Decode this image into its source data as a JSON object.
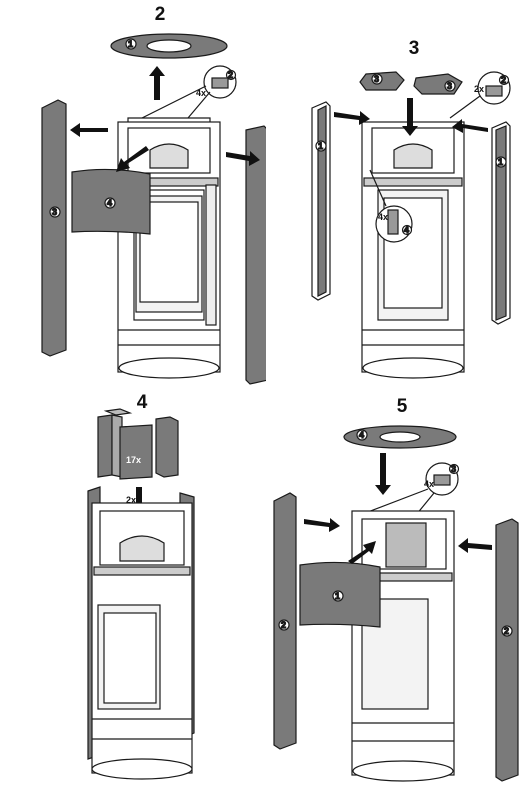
{
  "steps": [
    {
      "number": "2",
      "callouts": {
        "ring": "1",
        "hw_count": "4x",
        "hw_part": "2",
        "left_panel": "3",
        "door": "4"
      }
    },
    {
      "number": "3",
      "callouts": {
        "top_left": "3",
        "top_right": "3",
        "hw_count": "2x",
        "hw_part": "2",
        "left_frame": "1",
        "right_frame": "1",
        "inner_count": "4x",
        "inner_part": "4"
      }
    },
    {
      "number": "4",
      "callouts": {
        "brick_count": "17x",
        "arrow_label": "2x"
      }
    },
    {
      "number": "5",
      "callouts": {
        "ring": "4",
        "hw_part": "3",
        "hw_count": "4x",
        "left_panel": "2",
        "door": "1",
        "right_panel": "2"
      }
    }
  ],
  "colors": {
    "panel_fill": "#7a7a7a",
    "line": "#1a1a1a",
    "body_fill": "#ffffff",
    "shade": "#d8d8d8"
  }
}
